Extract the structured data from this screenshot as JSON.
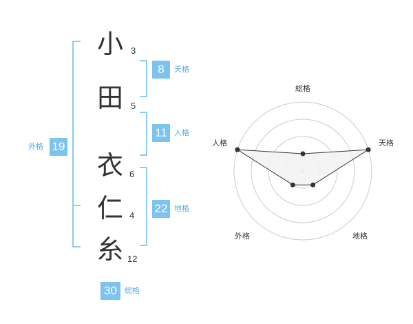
{
  "name": {
    "characters": [
      {
        "char": "小",
        "strokes": "3"
      },
      {
        "char": "田",
        "strokes": "5"
      },
      {
        "char": "衣",
        "strokes": "6"
      },
      {
        "char": "仁",
        "strokes": "4"
      },
      {
        "char": "糸",
        "strokes": "12"
      }
    ]
  },
  "fortunes": {
    "tenkaku": {
      "value": "8",
      "label": "天格"
    },
    "jinkaku": {
      "value": "11",
      "label": "人格"
    },
    "chikaku": {
      "value": "22",
      "label": "地格"
    },
    "gaikaku": {
      "value": "19",
      "label": "外格"
    },
    "soukaku": {
      "value": "30",
      "label": "総格"
    }
  },
  "colors": {
    "accent": "#7dc3f0",
    "bracket": "#8ccbf2",
    "label_text": "#5aaee3",
    "text": "#333333",
    "ring": "#cccccc",
    "polygon_fill": "#f2f2f2",
    "polygon_stroke": "#333333"
  },
  "chart_data": {
    "type": "radar",
    "axes": [
      "総格",
      "天格",
      "地格",
      "外格",
      "人格"
    ],
    "rings": 4,
    "range": [
      0,
      4
    ],
    "values": [
      1,
      4,
      1,
      1,
      4
    ]
  }
}
